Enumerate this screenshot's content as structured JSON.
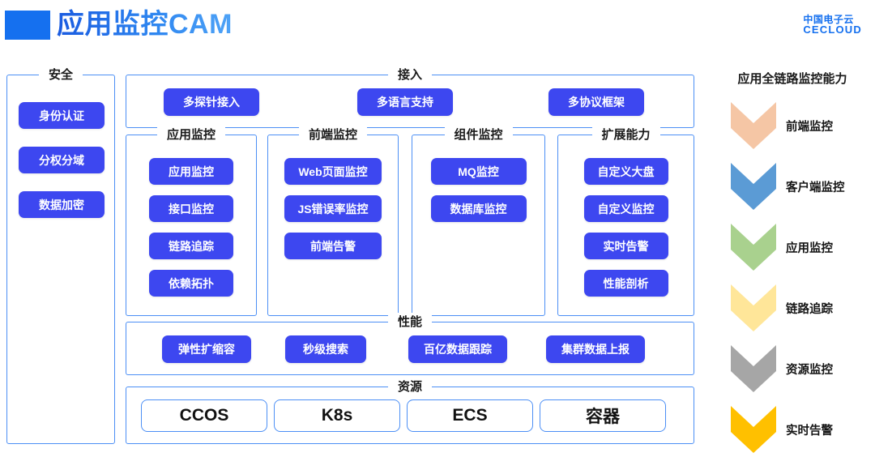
{
  "header": {
    "title": "应用监控CAM",
    "accent_color": "#1570EF",
    "brand": {
      "icon": "cc-logo-icon",
      "cn": "中国电子云",
      "en": "CECLOUD",
      "color": "#1570EF"
    }
  },
  "security": {
    "title": "安全",
    "items": [
      "身份认证",
      "分权分域",
      "数据加密"
    ]
  },
  "access": {
    "title": "接入",
    "items": [
      "多探针接入",
      "多语言支持",
      "多协议框架"
    ]
  },
  "columns": [
    {
      "title": "应用监控",
      "items": [
        "应用监控",
        "接口监控",
        "链路追踪",
        "依赖拓扑"
      ]
    },
    {
      "title": "前端监控",
      "items": [
        "Web页面监控",
        "JS错误率监控",
        "前端告警"
      ]
    },
    {
      "title": "组件监控",
      "items": [
        "MQ监控",
        "数据库监控"
      ]
    },
    {
      "title": "扩展能力",
      "items": [
        "自定义大盘",
        "自定义监控",
        "实时告警",
        "性能剖析"
      ]
    }
  ],
  "performance": {
    "title": "性能",
    "items": [
      "弹性扩缩容",
      "秒级搜索",
      "百亿数据跟踪",
      "集群数据上报"
    ]
  },
  "resource": {
    "title": "资源",
    "items": [
      "CCOS",
      "K8s",
      "ECS",
      "容器"
    ]
  },
  "capability": {
    "title": "应用全链路监控能力",
    "items": [
      {
        "label": "前端监控",
        "color": "#F5C6A5",
        "icon": "chevron-down-icon"
      },
      {
        "label": "客户端监控",
        "color": "#5B9BD5",
        "icon": "chevron-down-icon"
      },
      {
        "label": "应用监控",
        "color": "#A9D18E",
        "icon": "chevron-down-icon"
      },
      {
        "label": "链路追踪",
        "color": "#FFE699",
        "icon": "chevron-down-icon"
      },
      {
        "label": "资源监控",
        "color": "#A6A6A6",
        "icon": "chevron-down-icon"
      },
      {
        "label": "实时告警",
        "color": "#FFC000",
        "icon": "chevron-down-icon"
      }
    ]
  },
  "theme": {
    "pill_color": "#3D47F0",
    "border_color": "#4C8FF5",
    "text_color": "#1A1A1A"
  }
}
